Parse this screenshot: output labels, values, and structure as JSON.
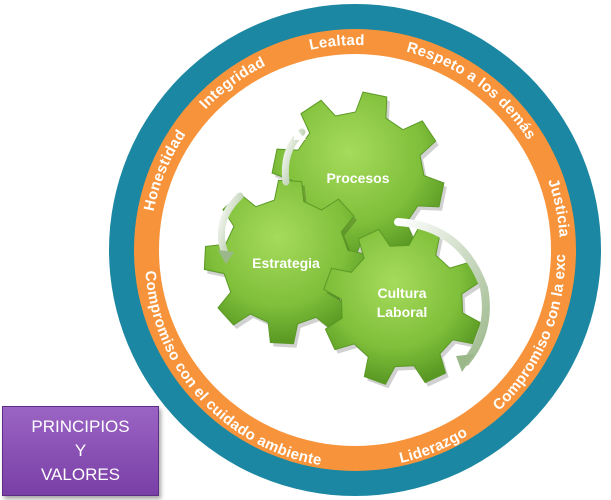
{
  "ring_values": {
    "lealtad": "Lealtad",
    "respeto": "Respeto a los demás",
    "justicia": "Justicia",
    "excelencia": "Compromiso con la excelencia",
    "liderazgo": "Liderazgo",
    "ambiente": "Compromiso con el cuidado ambiente",
    "honestidad": "Honestidad",
    "integridad": "Integridad"
  },
  "gears": {
    "procesos": "Procesos",
    "estrategia": "Estrategia",
    "cultura_line1": "Cultura",
    "cultura_line2": "Laboral"
  },
  "badge": {
    "line1": "PRINCIPIOS",
    "line2": "Y",
    "line3": "VALORES"
  },
  "colors": {
    "outer_ring": "#1b87a2",
    "orange_ring": "#f7943b",
    "gear_green": "#7fbf3a",
    "badge_purple": "#8a4fb6"
  }
}
